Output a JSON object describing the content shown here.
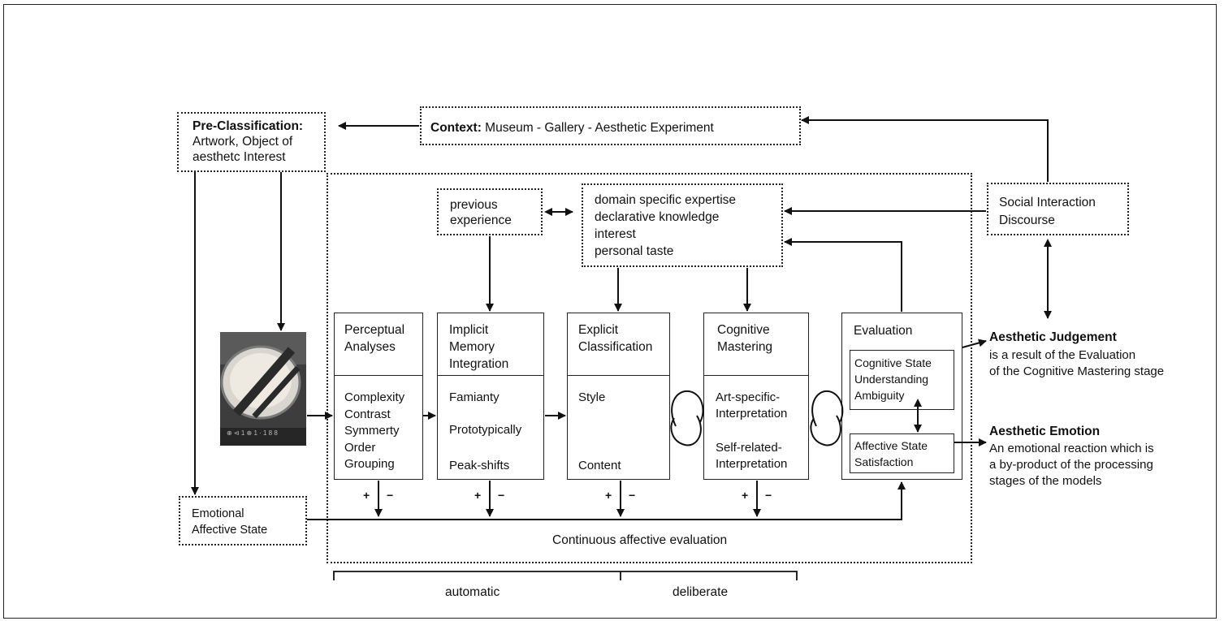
{
  "pre_classification": {
    "title": "Pre-Classification:",
    "body": "Artwork, Object of\naesthetc Interest"
  },
  "context": {
    "label": "Context:",
    "body": " Museum - Gallery - Aesthetic Experiment"
  },
  "previous_experience": "previous\nexperience",
  "expertise": "domain specific expertise\ndeclarative knowledge\ninterest\npersonal taste",
  "social_interaction": "Social Interaction\nDiscourse",
  "emotional_state": "Emotional\nAffective State",
  "stages": [
    {
      "title": "Perceptual\nAnalyses",
      "items": "Complexity\nContrast\nSymmerty\nOrder\nGrouping"
    },
    {
      "title": "Implicit\nMemory\nIntegration",
      "items": [
        "Famianty",
        "Prototypically",
        "Peak-shifts"
      ]
    },
    {
      "title": "Explicit\nClassification",
      "items": [
        "Style",
        "Content"
      ]
    },
    {
      "title": "Cognitive\nMastering",
      "items": [
        "Art-specific-\nInterpretation",
        "Self-related-\nInterpretation"
      ]
    },
    {
      "title": "Evaluation",
      "cognitive_state": "Cognitive State\nUnderstanding\nAmbiguity",
      "affective_state": "Affective State\nSatisfaction"
    }
  ],
  "plus_minus": {
    "plus": "+",
    "minus": "−"
  },
  "continuous": "Continuous affective evaluation",
  "aesthetic_judgement": {
    "title": "Aesthetic Judgement",
    "body": "is a result of the Evaluation\nof the Cognitive Mastering stage"
  },
  "aesthetic_emotion": {
    "title": "Aesthetic Emotion",
    "body": "An emotional reaction which is\na by-product of the processing\nstages of the models"
  },
  "scale": {
    "automatic": "automatic",
    "deliberate": "deliberate"
  },
  "photo_caption": "⊕ ⊲ 1 ⊕ 1 · 1 8 8"
}
